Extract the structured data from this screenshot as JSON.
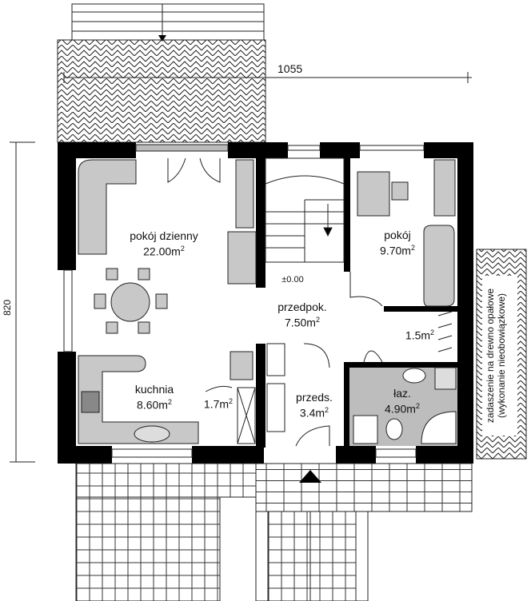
{
  "dimensions": {
    "width": "1055",
    "height": "820"
  },
  "level": "±0.00",
  "rooms": [
    {
      "name": "pokój dzienny",
      "area": "22.00m",
      "unit_sup": "2"
    },
    {
      "name": "kuchnia",
      "area": "8.60m",
      "unit_sup": "2"
    },
    {
      "name": "",
      "area": "1.7m",
      "unit_sup": "2"
    },
    {
      "name": "przeds.",
      "area": "3.4m",
      "unit_sup": "2"
    },
    {
      "name": "łaz.",
      "area": "4.90m",
      "unit_sup": "2"
    },
    {
      "name": "",
      "area": "1.5m",
      "unit_sup": "2"
    },
    {
      "name": "pokój",
      "area": "9.70m",
      "unit_sup": "2"
    },
    {
      "name": "przedpok.",
      "area": "7.50m",
      "unit_sup": "2"
    }
  ],
  "canopy_note": {
    "line1": "zadaszenie na drewno opałowe",
    "line2": "(wykonanie nieobowiązkowe)"
  },
  "colors": {
    "wall": "#000000",
    "furniture": "#c8c8c8",
    "bathroom": "#bdbdbd"
  }
}
